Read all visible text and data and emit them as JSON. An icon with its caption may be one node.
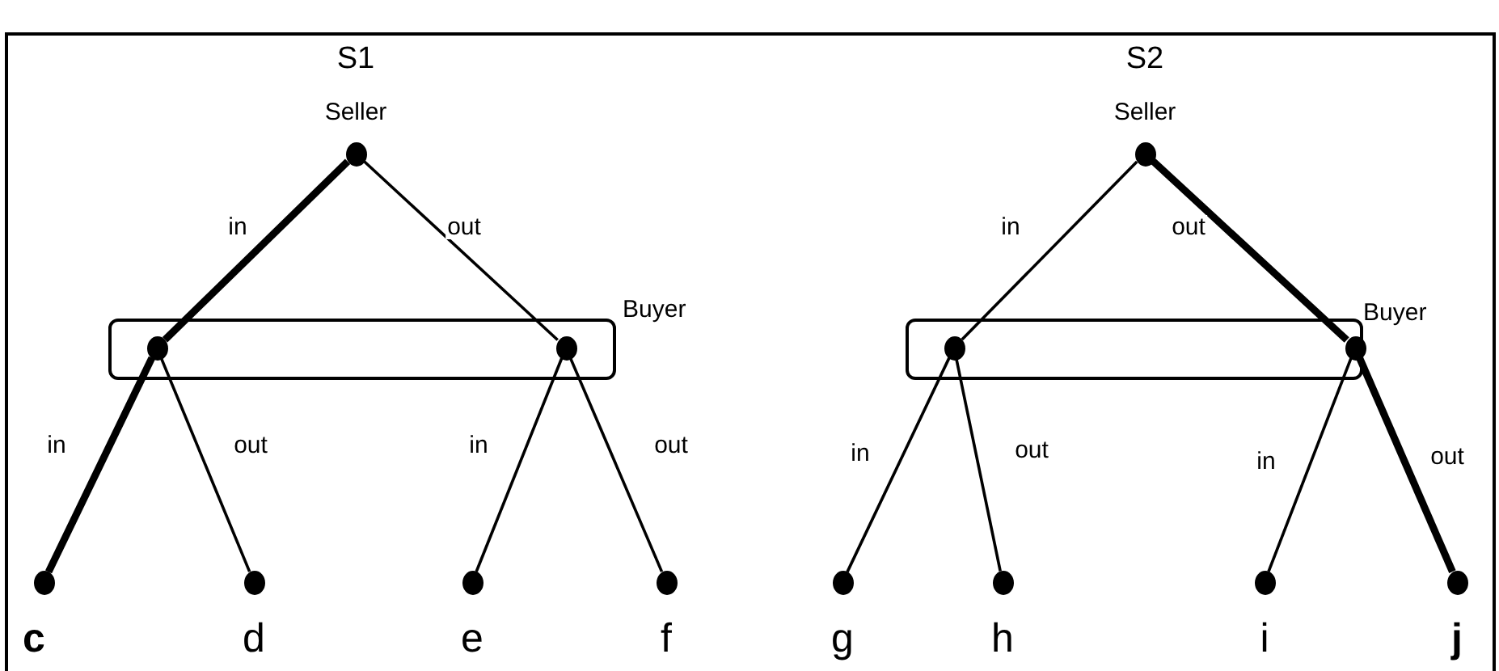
{
  "diagram": {
    "nodes": [
      {
        "text": [],
        "shape": "circle",
        "beside": [
          "Seller"
        ]
      },
      {
        "text": [],
        "shape": "box",
        "beside": [
          "Buyer"
        ]
      },
      {
        "text": [],
        "shape": "circle",
        "in": 1
      },
      {
        "text": [],
        "shape": "circle",
        "in": 1
      },
      {
        "text": [],
        "shape": "circle",
        "beside": [
          "c"
        ]
      },
      {
        "text": [],
        "shape": "circle",
        "beside": [
          "d"
        ]
      },
      {
        "text": [],
        "shape": "circle",
        "beside": [
          "e"
        ]
      },
      {
        "text": [],
        "shape": "circle",
        "beside": [
          "f"
        ]
      },
      {
        "text": [],
        "shape": "circle",
        "beside": [
          "Seller"
        ]
      },
      {
        "text": [],
        "shape": "box",
        "beside": [
          "Buyer"
        ]
      },
      {
        "text": [],
        "shape": "circle",
        "in": 9
      },
      {
        "text": [],
        "shape": "circle",
        "in": 9
      },
      {
        "text": [],
        "shape": "circle",
        "beside": [
          "g"
        ]
      },
      {
        "text": [],
        "shape": "circle",
        "beside": [
          "h"
        ]
      },
      {
        "text": [],
        "shape": "circle",
        "beside": [
          "i"
        ]
      },
      {
        "text": [],
        "shape": "circle",
        "beside": [
          "j"
        ]
      }
    ],
    "edges": [
      {
        "from": 0,
        "to": 2,
        "arrow": "none",
        "label": "in",
        "style": "thick"
      },
      {
        "from": 0,
        "to": 3,
        "arrow": "none",
        "label": "out"
      },
      {
        "from": 2,
        "to": 4,
        "arrow": "none",
        "label": "in",
        "style": "thick"
      },
      {
        "from": 2,
        "to": 5,
        "arrow": "none",
        "label": "out"
      },
      {
        "from": 3,
        "to": 6,
        "arrow": "none",
        "label": "in"
      },
      {
        "from": 3,
        "to": 7,
        "arrow": "none",
        "label": "out"
      },
      {
        "from": 8,
        "to": 10,
        "arrow": "none",
        "label": "in"
      },
      {
        "from": 8,
        "to": 11,
        "arrow": "none",
        "label": "out",
        "style": "thick"
      },
      {
        "from": 10,
        "to": 12,
        "arrow": "none",
        "label": "in"
      },
      {
        "from": 10,
        "to": 13,
        "arrow": "none",
        "label": "out"
      },
      {
        "from": 11,
        "to": 14,
        "arrow": "none",
        "label": "in"
      },
      {
        "from": 11,
        "to": 15,
        "arrow": "none",
        "label": "out",
        "style": "thick"
      }
    ],
    "labels": [
      "S1",
      "S2"
    ]
  }
}
